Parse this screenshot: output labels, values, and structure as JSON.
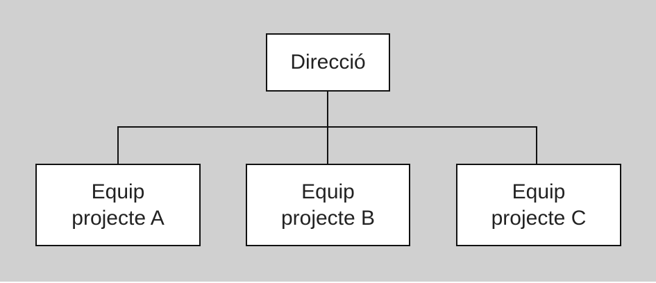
{
  "diagram": {
    "root": {
      "label": "Direcció"
    },
    "children": [
      {
        "line1": "Equip",
        "line2": "projecte A"
      },
      {
        "line1": "Equip",
        "line2": "projecte B"
      },
      {
        "line1": "Equip",
        "line2": "projecte C"
      }
    ]
  }
}
